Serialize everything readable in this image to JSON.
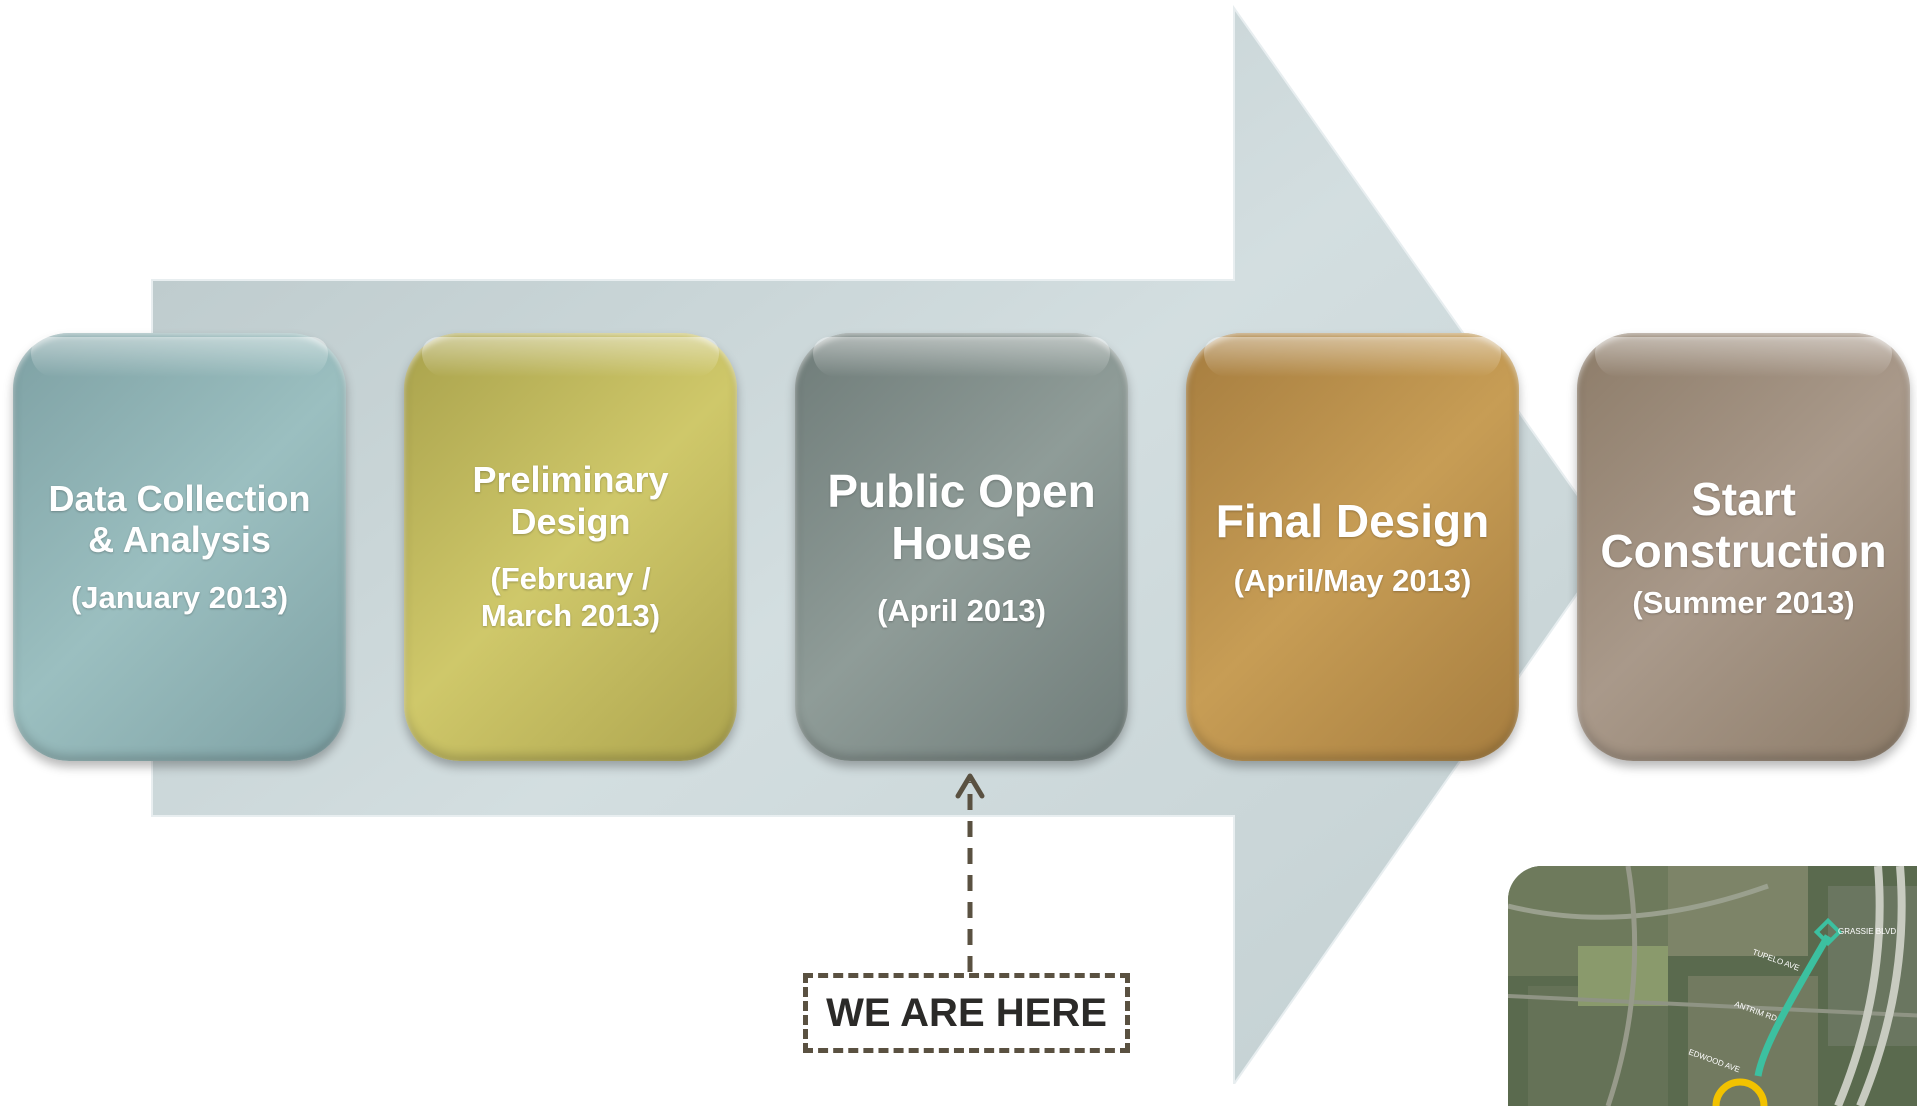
{
  "stages": [
    {
      "title": "Data Collection\n& Analysis",
      "date": "(January 2013)"
    },
    {
      "title": "Preliminary\nDesign",
      "date": "(February /\nMarch 2013)"
    },
    {
      "title": "Public Open\nHouse",
      "date": "(April 2013)"
    },
    {
      "title": "Final Design",
      "date": "(April/May 2013)"
    },
    {
      "title": "Start\nConstruction",
      "date": "(Summer 2013)"
    }
  ],
  "marker": {
    "label": "WE ARE HERE"
  },
  "map_labels": {
    "grassie": "GRASSIE BLVD",
    "tupelo": "TUPELO AVE",
    "antrim": "ANTRIM RD",
    "edwood": "EDWOOD AVE"
  },
  "colors": {
    "arrow": "#c9d5d7",
    "stage_1": "#8eb1b3",
    "stage_2": "#c2bb5d",
    "stage_3": "#838f8c",
    "stage_4": "#b88f4c",
    "stage_5": "#9c8c7c",
    "marker_border": "#5a5141",
    "route": "#3cc0a0",
    "highlight": "#f2c200"
  },
  "icons": [
    "up-arrow-icon"
  ]
}
